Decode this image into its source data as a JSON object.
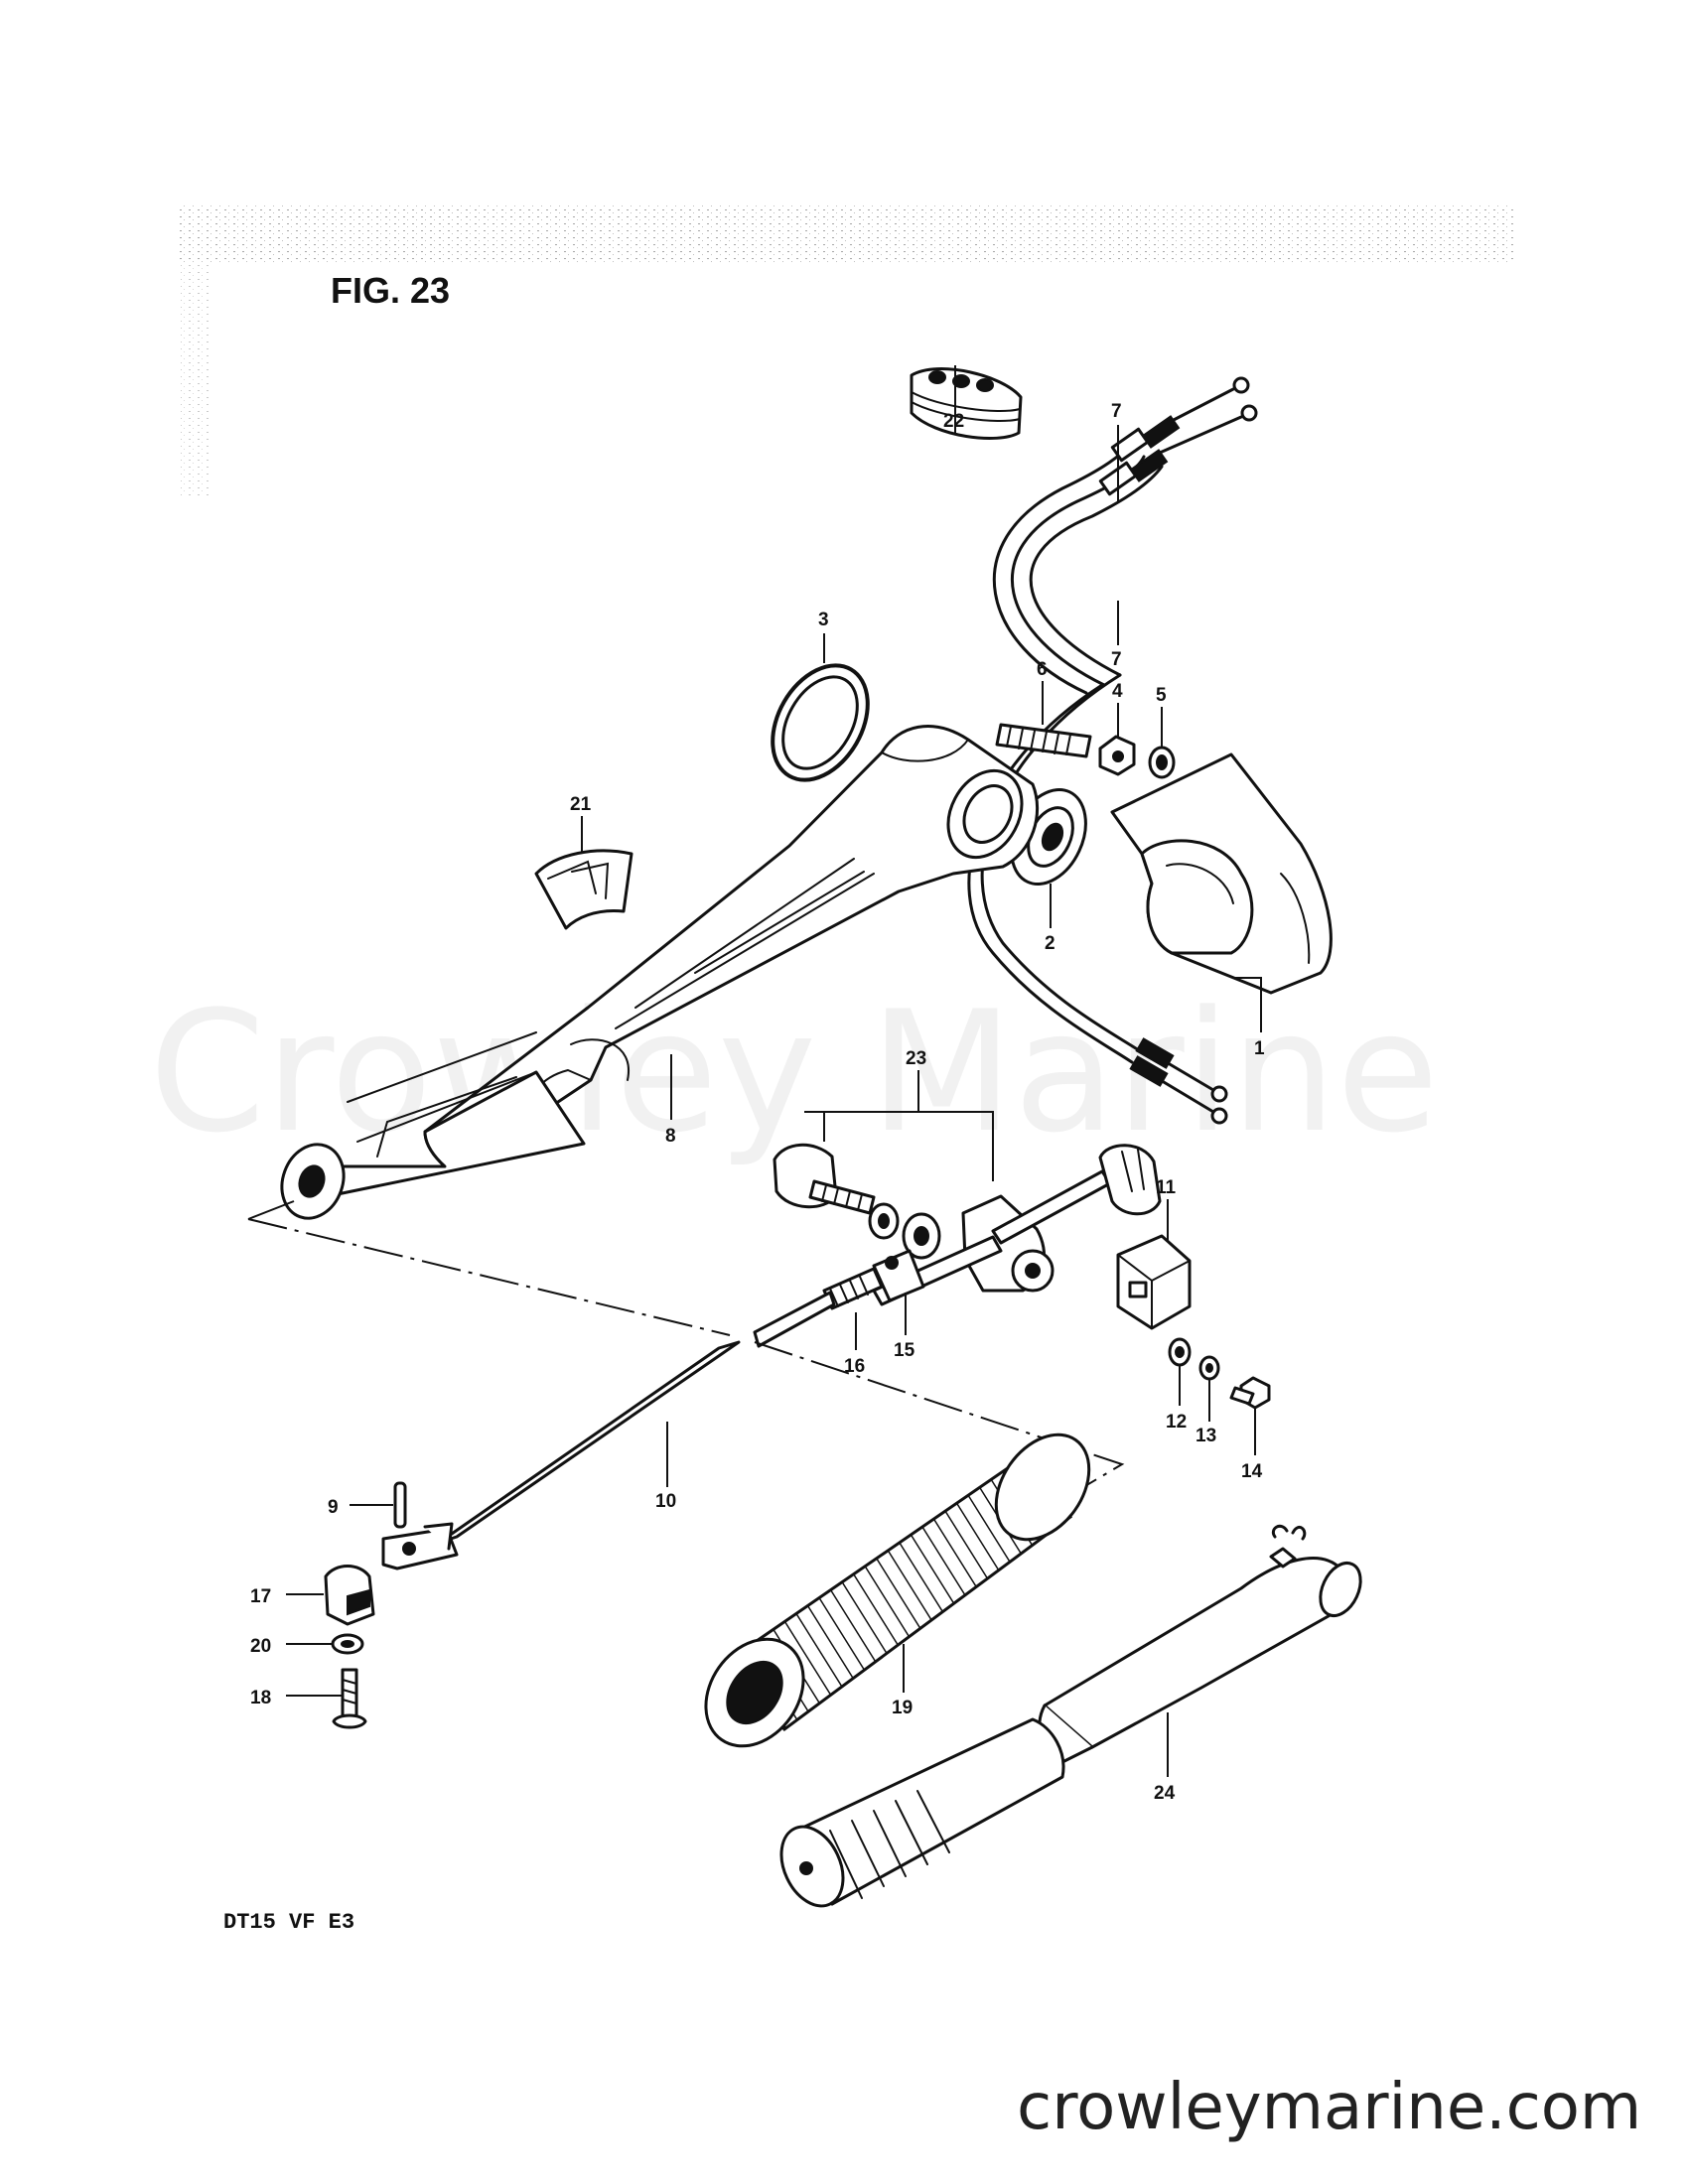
{
  "figure_title": "FIG. 23",
  "model_code": "DT15 VF E3",
  "watermark": "Crowley Marine",
  "website": "crowleymarine.com",
  "callouts": {
    "c1": "1",
    "c2": "2",
    "c3": "3",
    "c4": "4",
    "c5": "5",
    "c6": "6",
    "c7a": "7",
    "c7b": "7",
    "c8": "8",
    "c9": "9",
    "c10": "10",
    "c11": "11",
    "c12": "12",
    "c13": "13",
    "c14": "14",
    "c15": "15",
    "c16": "16",
    "c17": "17",
    "c18": "18",
    "c19": "19",
    "c20": "20",
    "c21": "21",
    "c22": "22",
    "c23": "23",
    "c24": "24"
  }
}
